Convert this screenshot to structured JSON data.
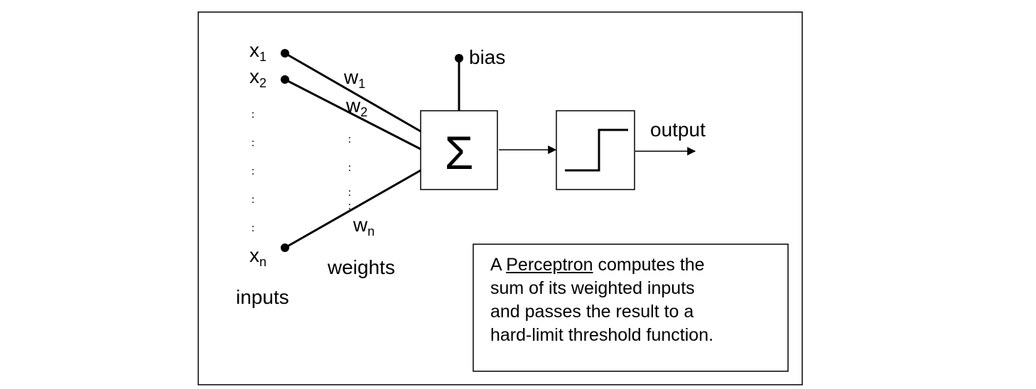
{
  "inputs": {
    "x1": {
      "base": "x",
      "sub": "1"
    },
    "x2": {
      "base": "x",
      "sub": "2"
    },
    "xn": {
      "base": "x",
      "sub": "n"
    },
    "label": "inputs"
  },
  "weights": {
    "w1": {
      "base": "w",
      "sub": "1"
    },
    "w2": {
      "base": "w",
      "sub": "2"
    },
    "wn": {
      "base": "w",
      "sub": "n"
    },
    "label": "weights"
  },
  "bias_label": "bias",
  "sum_symbol": "Σ",
  "output_label": "output",
  "caption": {
    "lead": "A ",
    "term": "Perceptron",
    "rest_line1": " computes the",
    "line2": "sum of its weighted inputs",
    "line3": "and passes the result to a",
    "line4": "hard-limit threshold function."
  }
}
